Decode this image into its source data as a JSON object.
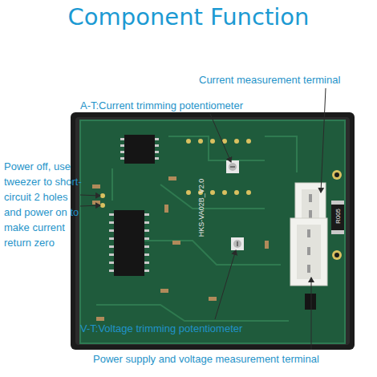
{
  "diagram": {
    "title": "Component Function",
    "labels": [
      "Current measurement terminal",
      "A-T:Current trimming potentiometer",
      "Power off, use tweezer to short-circuit 2 holes and power on to make current return zero",
      "V-T:Voltage trimming potentiometer",
      "Power supply and voltage measurement terminal",
      "HKS-VA02B_V2.0",
      "R005"
    ]
  }
}
